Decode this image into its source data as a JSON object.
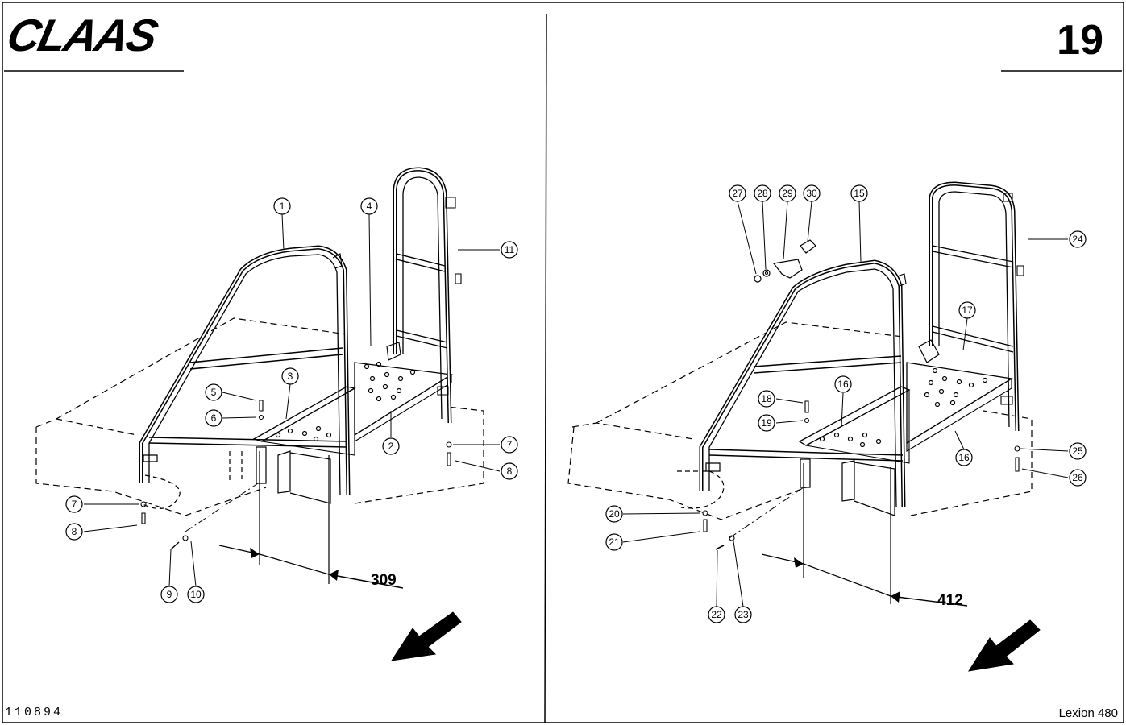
{
  "header": {
    "brand": "CLAAS",
    "page_number": "19"
  },
  "footer": {
    "doc_id": "110894",
    "model": "Lexion 480"
  },
  "left_view": {
    "callouts": [
      "1",
      "2",
      "3",
      "4",
      "5",
      "6",
      "7",
      "8",
      "7",
      "9",
      "10",
      "11"
    ],
    "dimension": "309"
  },
  "right_view": {
    "callouts": [
      "15",
      "16",
      "16",
      "17",
      "18",
      "19",
      "20",
      "21",
      "22",
      "23",
      "24",
      "25",
      "26",
      "27",
      "28",
      "29",
      "30"
    ],
    "dimension": "412"
  }
}
